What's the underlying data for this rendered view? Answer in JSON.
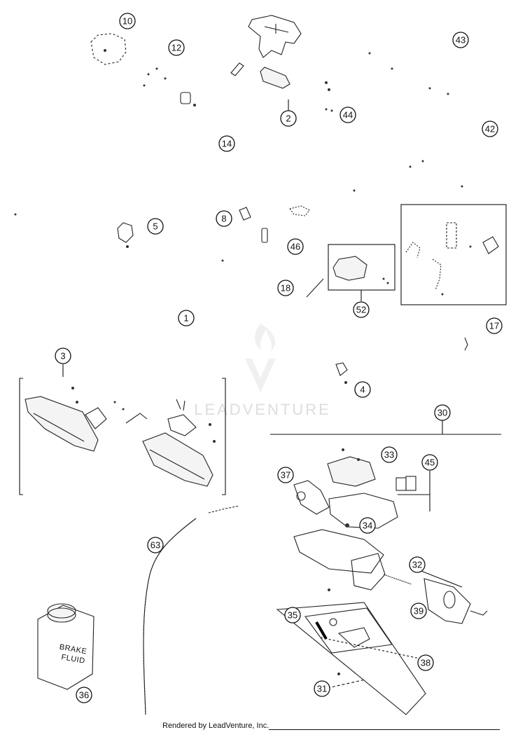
{
  "diagram": {
    "watermark": "LEADVENTURE",
    "footer": "Rendered by LeadVenture, Inc.",
    "bottle_label_line1": "BRAKE",
    "bottle_label_line2": "FLUID",
    "callouts": [
      "10",
      "12",
      "43",
      "2",
      "44",
      "42",
      "14",
      "8",
      "5",
      "46",
      "18",
      "52",
      "17",
      "1",
      "3",
      "4",
      "30",
      "33",
      "45",
      "37",
      "34",
      "63",
      "32",
      "35",
      "39",
      "38",
      "36",
      "31"
    ]
  }
}
